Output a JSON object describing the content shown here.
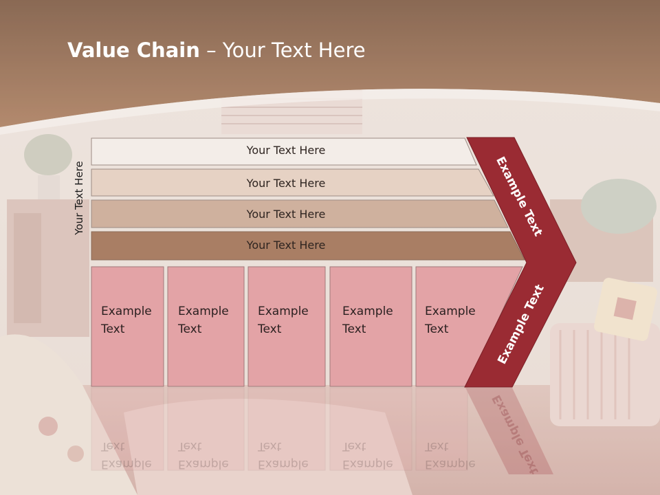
{
  "title": {
    "bold": "Value Chain",
    "rest": " – Your Text Here"
  },
  "side_label": "Your Text Here",
  "bands": [
    {
      "label": "Your Text Here"
    },
    {
      "label": "Your Text Here"
    },
    {
      "label": "Your Text Here"
    },
    {
      "label": "Your Text Here"
    }
  ],
  "boxes": [
    {
      "label": "Example\nText"
    },
    {
      "label": "Example\nText"
    },
    {
      "label": "Example\nText"
    },
    {
      "label": "Example\nText"
    },
    {
      "label": "Example\nText"
    }
  ],
  "chevron": {
    "top_label": "Example Text",
    "bottom_label": "Example Text"
  },
  "colors": {
    "header": "#8a5a3c",
    "band1": "#f3ede8",
    "band2": "#e6d2c4",
    "band3": "#cfb19e",
    "band4": "#a97e64",
    "box": "#e3a3a6",
    "chevron": "#9a2b33"
  }
}
